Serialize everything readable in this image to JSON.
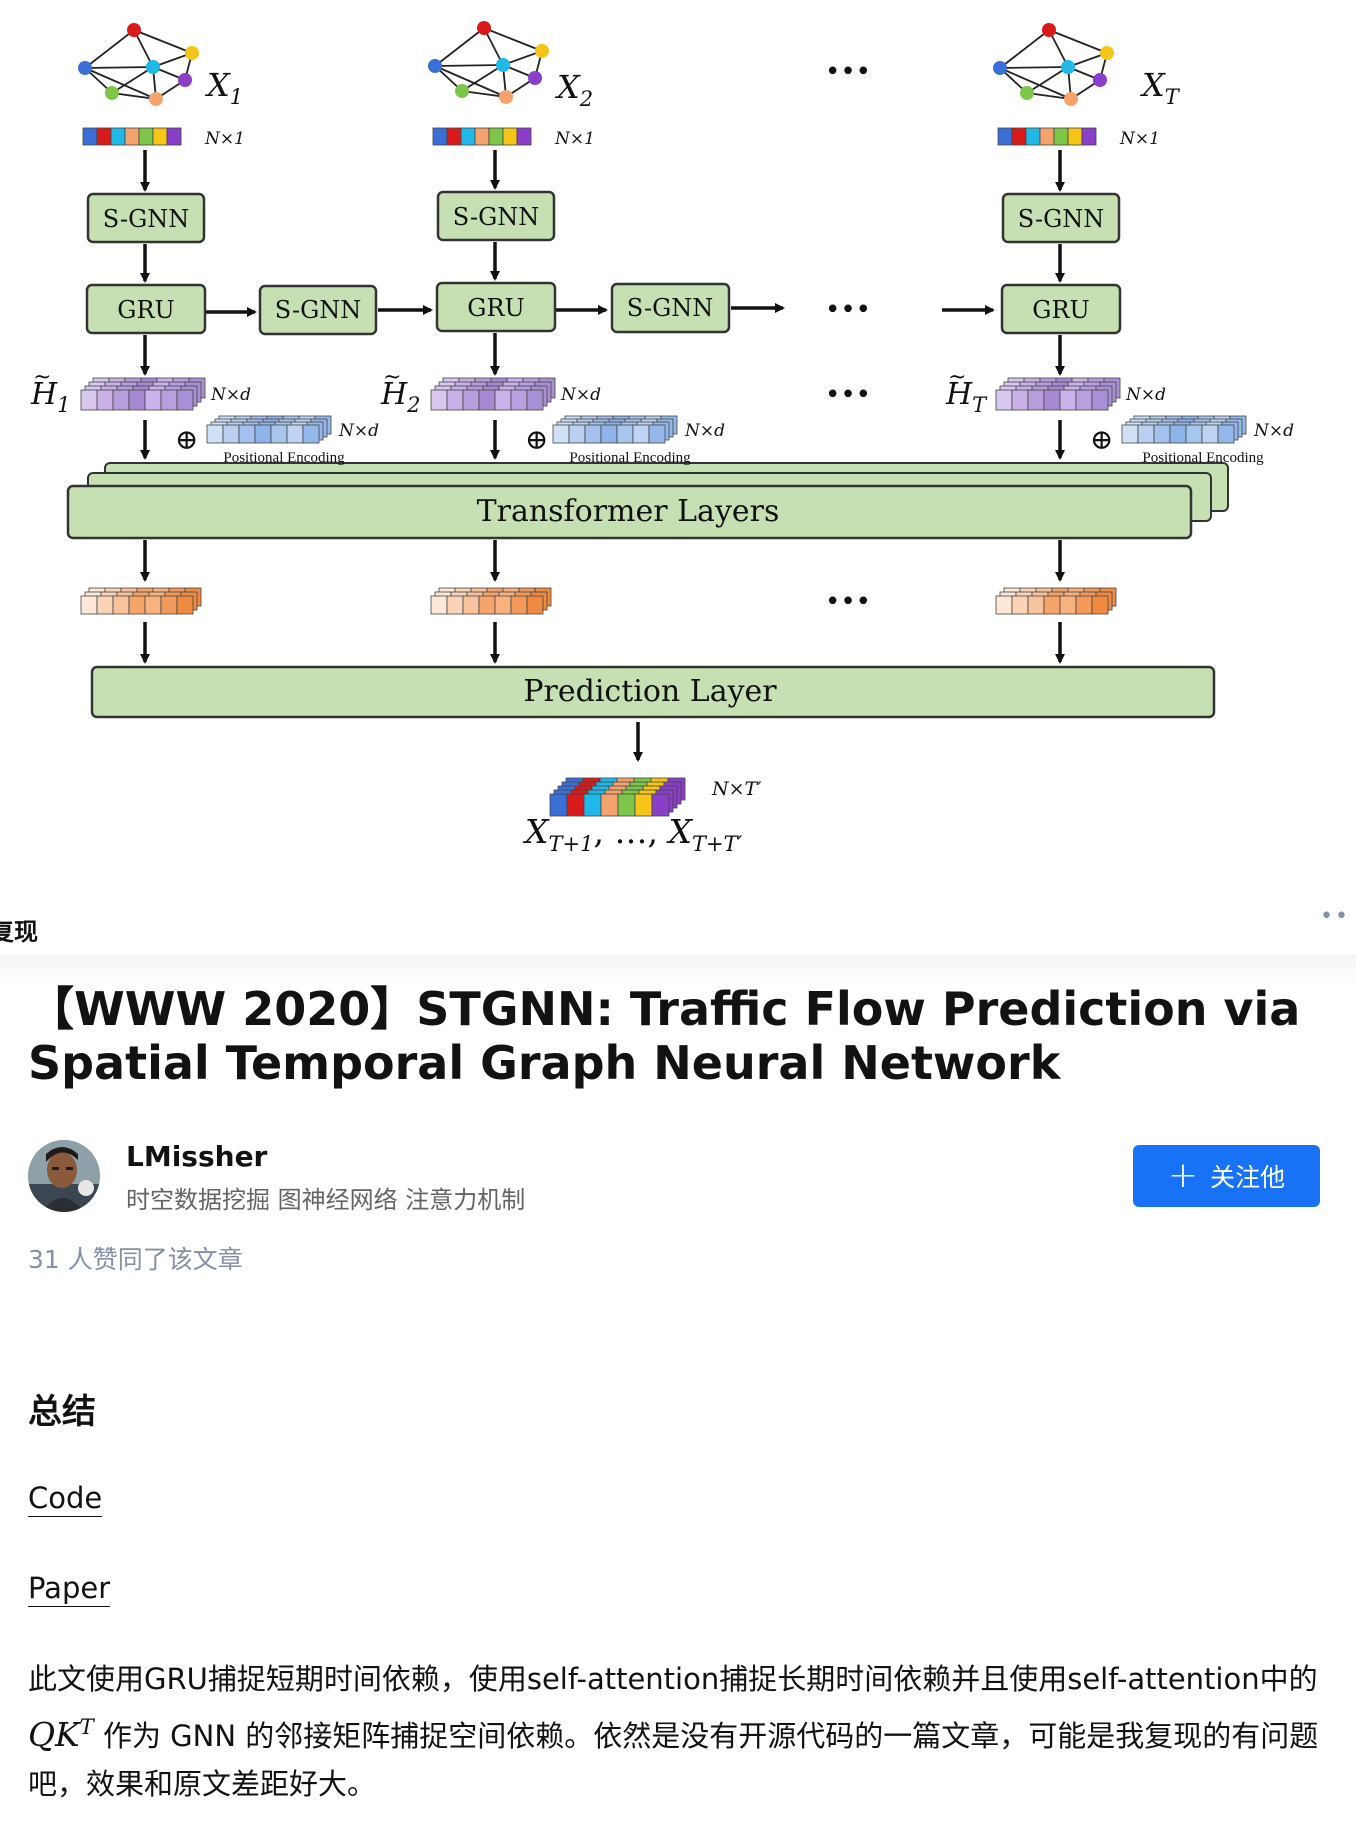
{
  "figure": {
    "columns": [
      {
        "x_label": "X",
        "x_sub": "1",
        "h_label": "H",
        "h_sub": "1"
      },
      {
        "x_label": "X",
        "x_sub": "2",
        "h_label": "H",
        "h_sub": "2"
      },
      {
        "x_label": "X",
        "x_sub": "T",
        "h_label": "H",
        "h_sub": "T"
      }
    ],
    "dim_nx1": "N×1",
    "dim_nxd": "N×d",
    "dim_nxt": "N×T′",
    "sgnn_label": "S-GNN",
    "gru_label": "GRU",
    "ellipsis": "•••",
    "oplus": "⊕",
    "pe_label": "Positional Encoding",
    "transformer_label": "Transformer Layers",
    "prediction_label": "Prediction Layer",
    "output_label_a": "X",
    "output_sub_a": "T+1",
    "output_mid": ", …, ",
    "output_label_b": "X",
    "output_sub_b": "T+T′",
    "colors": {
      "box_fill": "#c6e0b4",
      "hidden_purple": "#b8a2de",
      "pe_blue": "#8eb4ea",
      "out_orange": "#f5a46a",
      "node_colors": [
        "#d91a1a",
        "#f5c518",
        "#3a6fd8",
        "#20b8e8",
        "#8a3fc9",
        "#f4a36c",
        "#7ec64a"
      ]
    }
  },
  "header": {
    "column_label": "复现",
    "more_icon": "more-dots-icon"
  },
  "article": {
    "title": "【WWW 2020】STGNN: Traffic Flow Prediction via Spatial Temporal Graph Neural Network",
    "author_name": "LMissher",
    "author_tags": "时空数据挖掘 图神经网络 注意力机制",
    "follow_label": "关注他",
    "likes_text": "31 人赞同了该文章",
    "section_title": "总结",
    "code_link": "Code",
    "paper_link": "Paper",
    "para_part1": "此文使用GRU捕捉短期时间依赖，使用self-attention捕捉长期时间依赖并且使用self-attention中的 ",
    "math_q": "QK",
    "math_sup": "T",
    "para_part2": " 作为 GNN 的邻接矩阵捕捉空间依赖。依然是没有开源代码的一篇文章，可能是我复现的有问题吧，效果和原文差距好大。"
  }
}
